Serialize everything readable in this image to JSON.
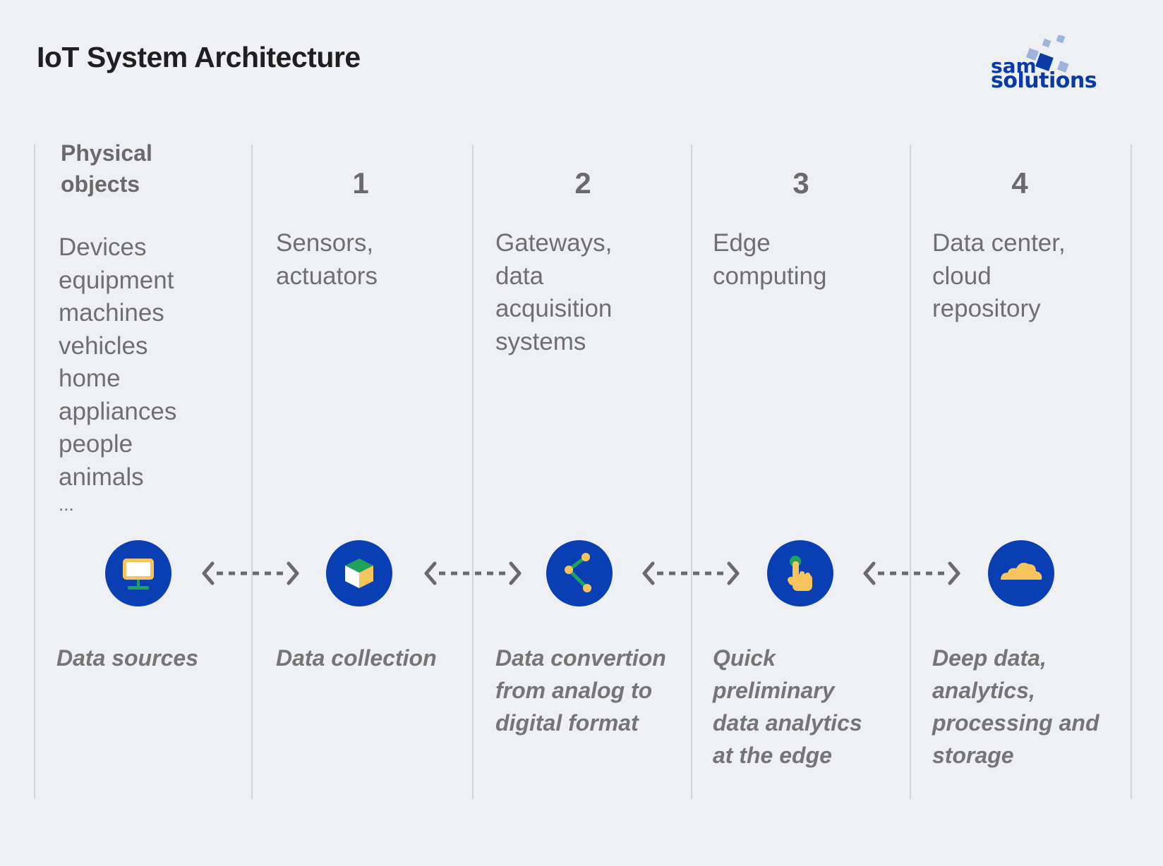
{
  "header": {
    "title": "IoT System Architecture"
  },
  "logo": {
    "line1": "sam",
    "line2": "solutions"
  },
  "columns": [
    {
      "heading": "Physical objects",
      "heading_lines": [
        "Physical",
        "objects"
      ],
      "items": [
        "Devices",
        "equipment",
        "machines",
        "vehicles",
        "home",
        "appliances",
        "people",
        "animals",
        "..."
      ],
      "icon": "monitor-icon",
      "caption_lines": [
        "Data sources"
      ]
    },
    {
      "number": "1",
      "items": [
        "Sensors,",
        "actuators"
      ],
      "icon": "cube-icon",
      "caption_lines": [
        "Data collection"
      ]
    },
    {
      "number": "2",
      "items": [
        "Gateways,",
        "data",
        "acquisition",
        "systems"
      ],
      "icon": "share-icon",
      "caption_lines": [
        "Data convertion",
        "from analog to",
        "digital format"
      ]
    },
    {
      "number": "3",
      "items": [
        "Edge",
        "computing"
      ],
      "icon": "pointer-hand-icon",
      "caption_lines": [
        "Quick",
        "preliminary",
        "data analytics",
        "at the edge"
      ]
    },
    {
      "number": "4",
      "items": [
        "Data center,",
        "cloud",
        "repository"
      ],
      "icon": "cloud-icon",
      "caption_lines": [
        "Deep data,",
        "analytics,",
        "processing and",
        "storage"
      ]
    }
  ],
  "colors": {
    "background": "#eff0f3",
    "circle": "#0a3fb4",
    "icon_accent": "#f6c35c",
    "icon_green": "#1fa35a",
    "logo": "#0a3aa6"
  }
}
